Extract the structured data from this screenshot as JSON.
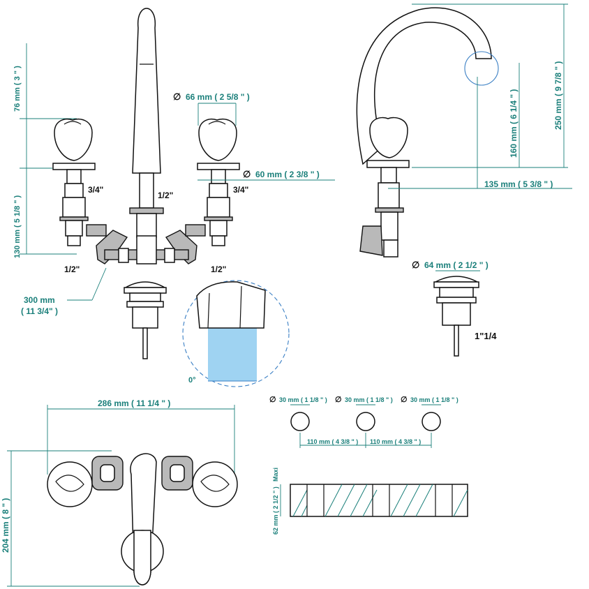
{
  "labels": {
    "h76": "76 mm ( 3 \" )",
    "h130": "130 mm ( 5 1/8 \" )",
    "d66": "66 mm ( 2 5/8 \" )",
    "d60": "60 mm ( 2 3/8 \" )",
    "thread34_left": "3/4\"",
    "thread34_right": "3/4\"",
    "thread12_center": "1/2\"",
    "thread12_left": "1/2\"",
    "thread12_right": "1/2\"",
    "pipe300_a": "300 mm",
    "pipe300_b": "( 11 3/4\" )",
    "angle": "0°",
    "h250": "250 mm ( 9 7/8 \" )",
    "h160": "160 mm ( 6 1/4 \" )",
    "w135": "135 mm ( 5 3/8 \" )",
    "d64": "64 mm ( 2 1/2 \" )",
    "waste": "1\"1/4",
    "w286": "286 mm ( 11 1/4 \" )",
    "h204": "204 mm ( 8 \" )",
    "hole1": "30 mm ( 1 1/8 \" )",
    "hole2": "30 mm ( 1 1/8 \" )",
    "hole3": "30 mm ( 1 1/8 \" )",
    "spacing1": "110 mm ( 4 3/8 \" )",
    "spacing2": "110 mm ( 4 3/8 \" )",
    "maxi": "Maxi",
    "deck": "62 mm ( 2 1/2 \" )",
    "diameter_symbol": "∅"
  },
  "colors": {
    "dimension": "#1a7f7a",
    "outline": "#111111",
    "fill_grey": "#b9b9b9",
    "detail_blue": "#3a7fc4",
    "water": "#9fd3f2"
  }
}
